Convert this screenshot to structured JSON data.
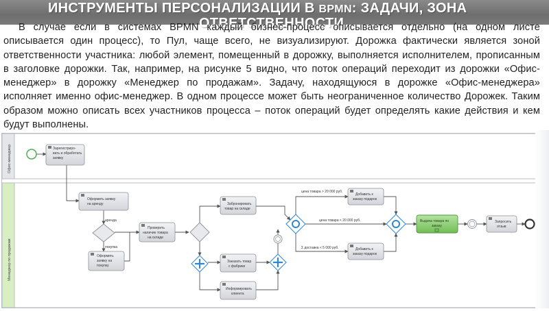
{
  "slide": {
    "title_line1_prefix": "ИНСТРУМЕНТЫ ПЕРСОНАЛИЗАЦИИ В ",
    "title_line1_bpmn": "BPMN",
    "title_line1_suffix": ": ЗАДАЧИ, ЗОНА",
    "title_line2": "ОТВЕТСТВЕННОСТИ",
    "body": "В случае если в системах BPMN каждый бизнес-процесс описывается отдельно (на одном листе описывается один процесс), то Пул, чаще всего, не визуализируют. Дорожка фактически является зоной ответственности участника: любой элемент, помещенный в дорожку, выполняется исполнителем, прописанным в заголовке дорожки. Так, например, на рисунке 5 видно, что поток операций переходит из дорожки «Офис-менеджер» в дорожку «Менеджер по продажам». Задачу, находящуюся в дорожке «Офис-менеджера» исполняет именно офис-менеджер. В одном процессе может быть неограниченное количество Дорожек. Таким образом можно описать всех участников процесса – поток операций будет определять какие действия и кем будут выполнены."
  },
  "diagram": {
    "lanes": {
      "office_manager": "Офис-менеджер",
      "sales_manager": "Менеджер по продажам"
    },
    "tasks": {
      "register": [
        "Зарегистриро-",
        "вать и обработать",
        "заявку"
      ],
      "rent_order": [
        "Оформить заявку",
        "на аренду"
      ],
      "buy_order": [
        "Оформить",
        "заявку на",
        "покупку"
      ],
      "check_stock": [
        "Проверить",
        "наличие товара",
        "на складе"
      ],
      "reserve": [
        "Забронировать",
        "товар на складе"
      ],
      "factory_order": [
        "Заказать товар",
        "с фабрики"
      ],
      "inform": [
        "Информировать",
        "клиента"
      ],
      "add_gift_top": [
        "Добавить к",
        "заказу подарок"
      ],
      "add_gift_bottom": [
        "Добавить к",
        "заказу подарок"
      ],
      "issue_goods": [
        "Выдача товара по",
        "заказу"
      ],
      "request_feedback": [
        "Запросить",
        "отзыв"
      ]
    },
    "flow_labels": {
      "rent": "аренда",
      "purchase": "покупка",
      "price_high": "цена товара > 20 000 руб.",
      "price_mid": "цена товара < 20 000 руб.",
      "delivery_low": "Σ доставка < 5 000 руб."
    },
    "colors": {
      "lane_header_top": "#e4e6ea",
      "lane_header_bottom": "#d8efc4",
      "task_fill": "#e3e4e8",
      "task_stroke": "#8c8f96",
      "task_active_fill": "#8fcf79",
      "task_active_stroke": "#4f9a3c",
      "gateway_fill": "#e8e9ec",
      "gateway_blue": "#2e86d1",
      "start_event": "#4caf50",
      "end_event": "#333333",
      "flow": "#555555"
    }
  }
}
